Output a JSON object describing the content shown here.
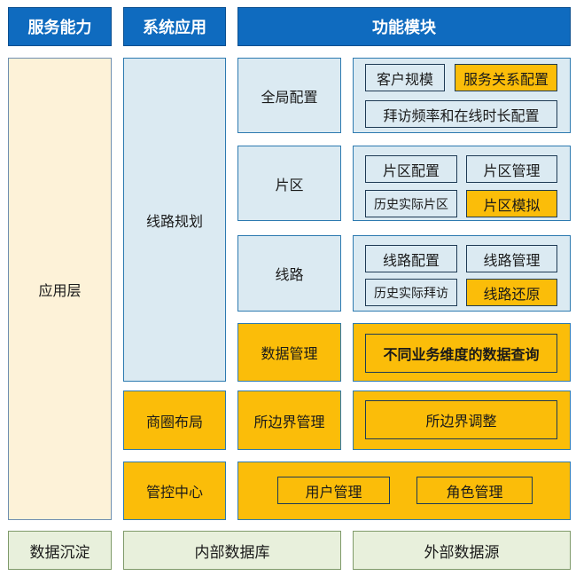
{
  "header": {
    "col1": "服务能力",
    "col2": "系统应用",
    "col3": "功能模块"
  },
  "left": {
    "app_layer": "应用层"
  },
  "systems": {
    "route_planning": "线路规划",
    "business_circle": "商圈布局",
    "control_center": "管控中心"
  },
  "modules": {
    "global_config": "全局配置",
    "area": "片区",
    "route": "线路",
    "data_mgmt": "数据管理",
    "boundary_mgmt": "所边界管理"
  },
  "features": {
    "customer_scale": "客户规模",
    "service_relation_config": "服务关系配置",
    "visit_freq_config": "拜访频率和在线时长配置",
    "area_config": "片区配置",
    "area_mgmt": "片区管理",
    "hist_actual_area": "历史实际片区",
    "area_sim": "片区模拟",
    "route_config": "线路配置",
    "route_mgmt": "线路管理",
    "hist_actual_visit": "历史实际拜访",
    "route_restore": "线路还原",
    "multi_dim_query": "不同业务维度的数据查询",
    "boundary_adjust": "所边界调整",
    "user_mgmt": "用户管理",
    "role_mgmt": "角色管理"
  },
  "bottom": {
    "data_sediment": "数据沉淀",
    "internal_db": "内部数据库",
    "external_source": "外部数据源"
  },
  "colors": {
    "header_blue": "#0f6bbf",
    "light_blue": "#dbeaf2",
    "orange": "#fbbd09",
    "cream": "#fdf2d8",
    "light_green": "#e8f0dc"
  }
}
